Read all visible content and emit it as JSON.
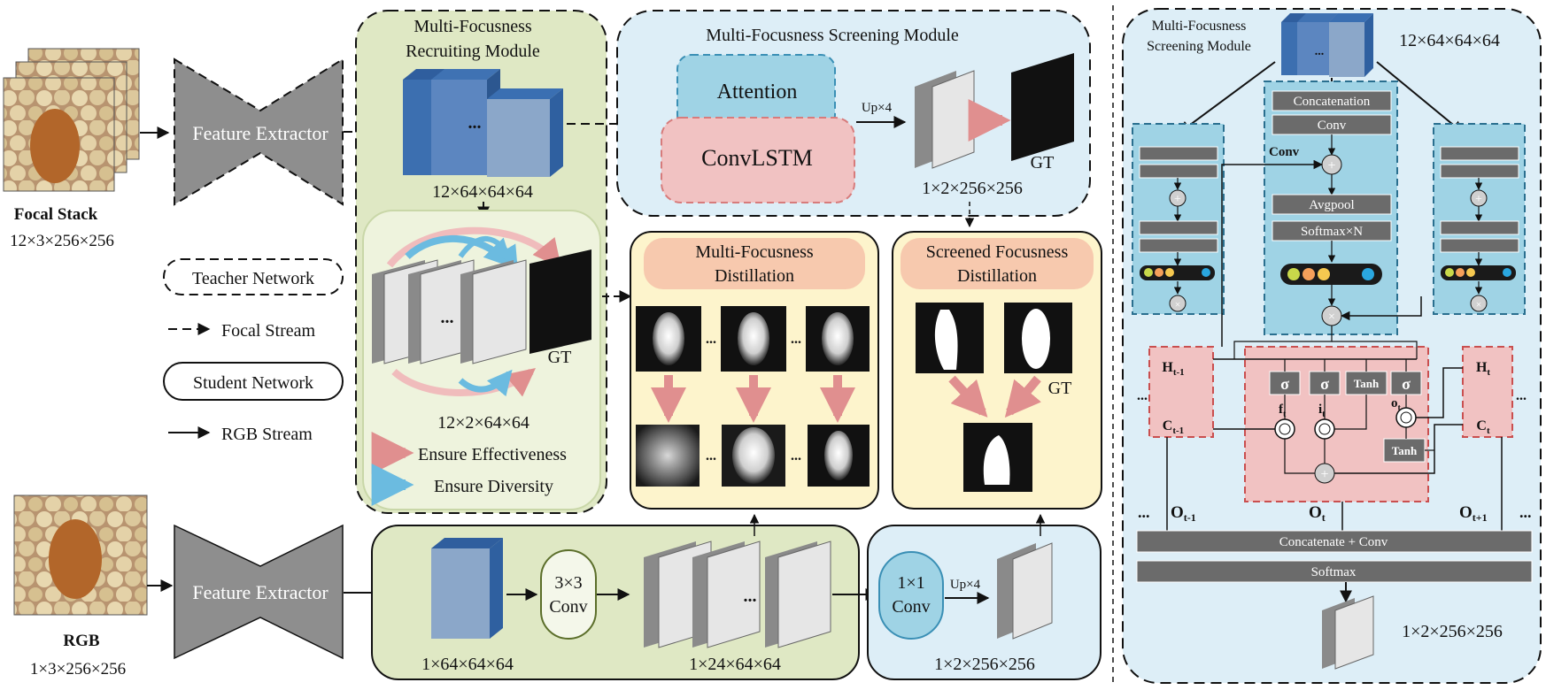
{
  "input": {
    "focal_label": "Focal Stack",
    "focal_dim": "12×3×256×256",
    "rgb_label": "RGB",
    "rgb_dim": "1×3×256×256"
  },
  "extractor_label": "Feature Extractor",
  "legend": {
    "teacher": "Teacher Network",
    "focal_stream": "Focal Stream",
    "student": "Student Network",
    "rgb_stream": "RGB Stream",
    "effectiveness": "Ensure Effectiveness",
    "diversity": "Ensure Diversity"
  },
  "recruiting": {
    "title_line1": "Multi-Focusness",
    "title_line2": "Recruiting Module",
    "features_dim": "12×64×64×64",
    "ellipsis": "...",
    "gt": "GT",
    "maps_dim": "12×2×64×64"
  },
  "screening": {
    "title": "Multi-Focusness Screening Module",
    "attention": "Attention",
    "convlstm": "ConvLSTM",
    "up": "Up×4",
    "gt": "GT",
    "out_dim": "1×2×256×256"
  },
  "mf_distill": {
    "line1": "Multi-Focusness",
    "line2": "Distillation"
  },
  "sf_distill": {
    "line1": "Screened Focusness",
    "line2": "Distillation",
    "gt": "GT"
  },
  "student": {
    "feat_dim": "1×64×64×64",
    "conv3_line1": "3×3",
    "conv3_line2": "Conv",
    "maps_dim": "1×24×64×64",
    "conv1_line1": "1×1",
    "conv1_line2": "Conv",
    "up": "Up×4",
    "out_dim": "1×2×256×256"
  },
  "detail": {
    "title_line1": "Multi-Focusness",
    "title_line2": "Screening Module",
    "in_dim": "12×64×64×64",
    "concatenation": "Concatenation",
    "conv_box": "Conv",
    "conv_label": "Conv",
    "avgpool": "Avgpool",
    "softmax_n": "Softmax×N",
    "h_prev": "H",
    "h_prev_sub": "t-1",
    "c_prev": "C",
    "c_prev_sub": "t-1",
    "h_t": "H",
    "h_t_sub": "t",
    "c_t": "C",
    "c_t_sub": "t",
    "sigma": "σ",
    "tanh": "Tanh",
    "f": "f",
    "f_sub": "t",
    "i": "i",
    "i_sub": "t",
    "o": "o",
    "o_sub": "t",
    "o_prev": "O",
    "o_prev_sub": "t-1",
    "o_t": "O",
    "o_t_sub": "t",
    "o_next": "O",
    "o_next_sub": "t+1",
    "concat_conv": "Concatenate + Conv",
    "softmax": "Softmax",
    "out_dim": "1×2×256×256"
  },
  "colors": {
    "teacher_green": "#dfe8c4",
    "light_green": "#eef3dd",
    "light_blue": "#ddeef7",
    "cream": "#fdf4cc",
    "salmon": "#f7c9ae",
    "feature_blue": "#4d7fbd",
    "cell_blue": "#9fd3e5",
    "lstm_pink": "#f1c2c2",
    "gray": "#8a8a8a"
  }
}
